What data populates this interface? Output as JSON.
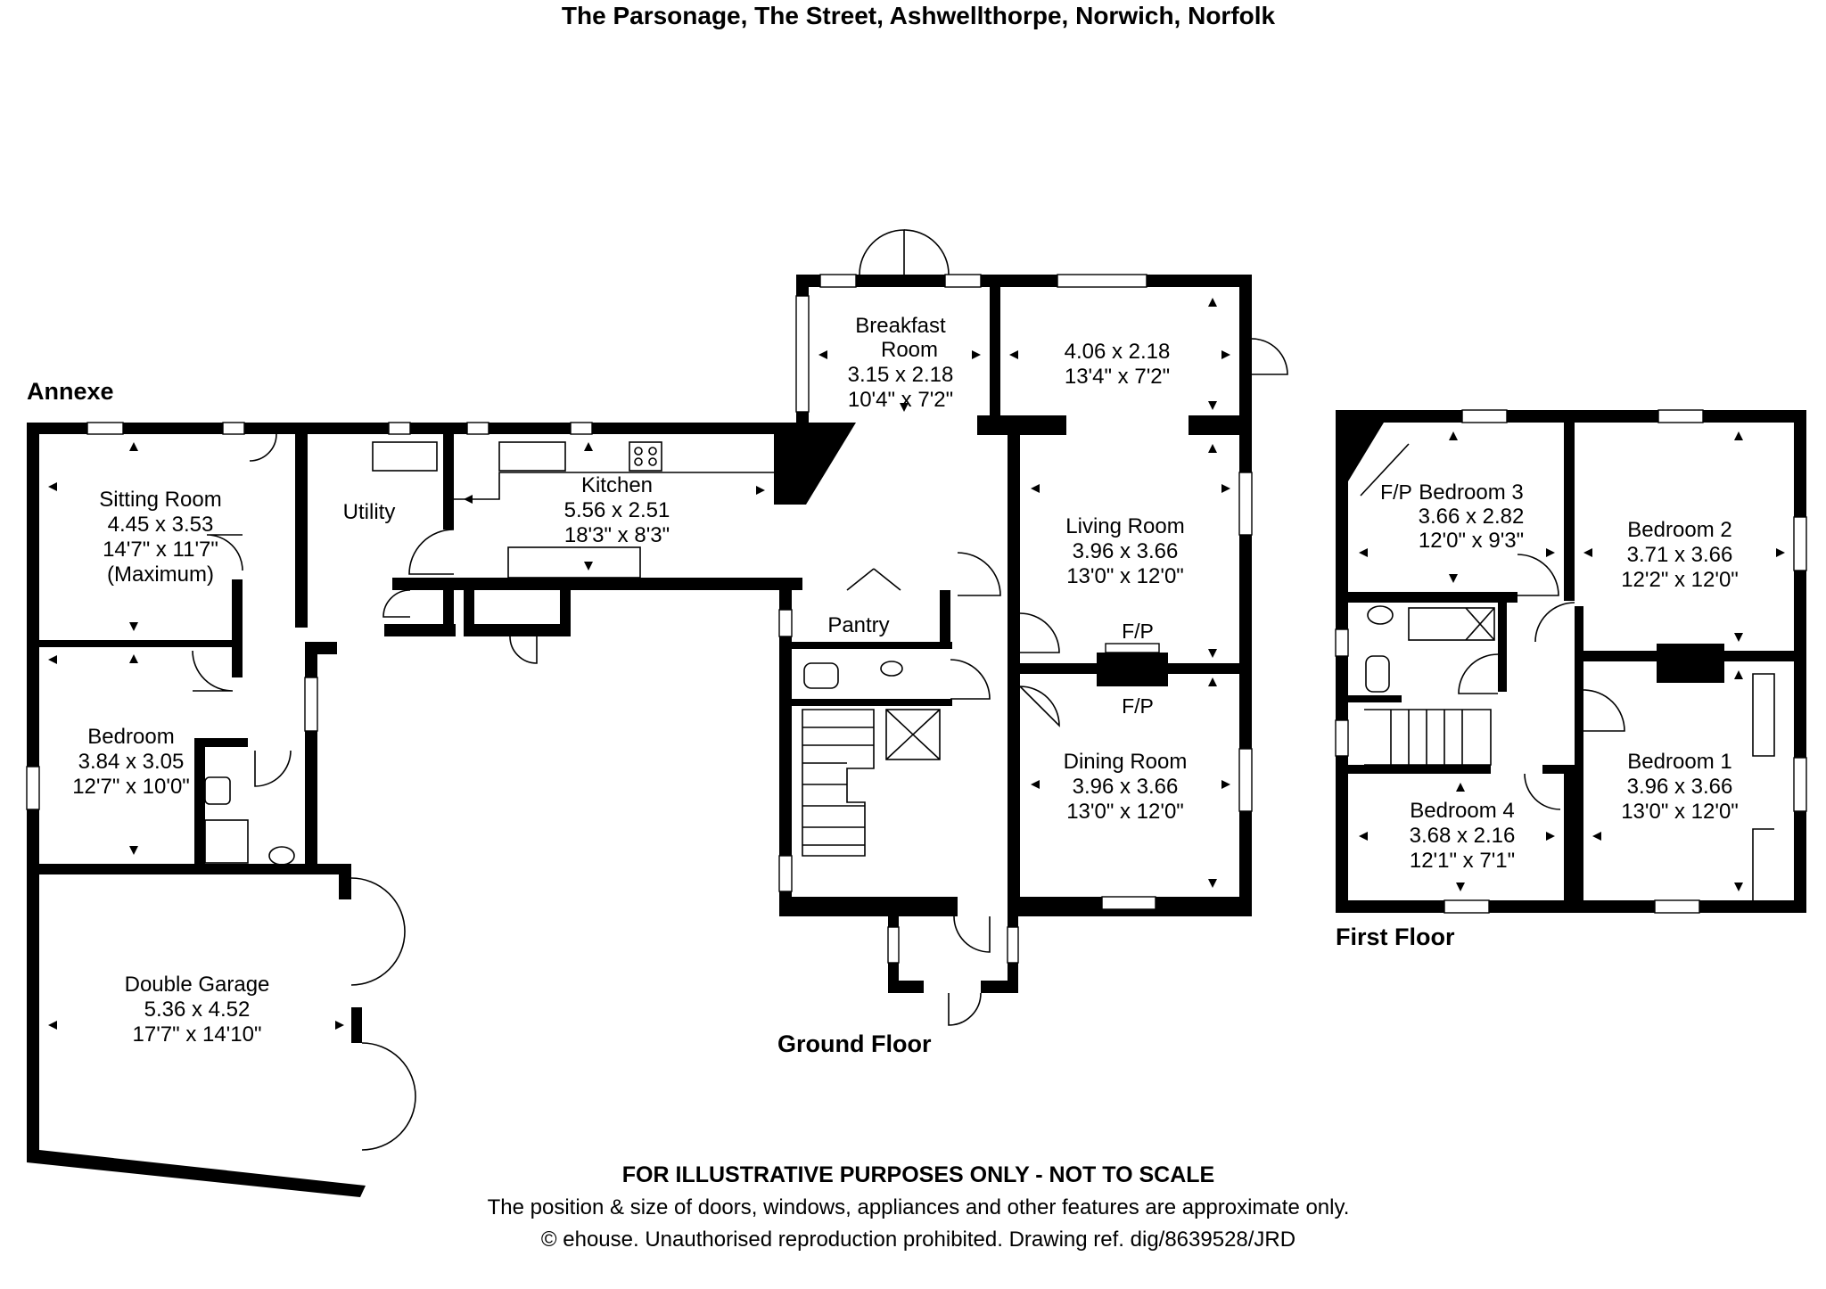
{
  "title": "The Parsonage, The Street, Ashwellthorpe, Norwich, Norfolk",
  "section_labels": {
    "annexe": "Annexe",
    "ground_floor": "Ground Floor",
    "first_floor": "First Floor"
  },
  "rooms": {
    "sitting_room": {
      "name": "Sitting Room",
      "metric": "4.45 x 3.53",
      "imperial": "14'7\" x 11'7\"",
      "note": "(Maximum)"
    },
    "utility": {
      "name": "Utility"
    },
    "kitchen": {
      "name": "Kitchen",
      "metric": "5.56 x 2.51",
      "imperial": "18'3\" x 8'3\""
    },
    "breakfast_room": {
      "name_line1": "Breakfast",
      "name_line2": "Room",
      "metric": "3.15 x 2.18",
      "imperial": "10'4\" x 7'2\""
    },
    "unnamed_room": {
      "metric": "4.06 x 2.18",
      "imperial": "13'4\" x 7'2\""
    },
    "living_room": {
      "name": "Living Room",
      "metric": "3.96 x 3.66",
      "imperial": "13'0\" x 12'0\""
    },
    "pantry": {
      "name": "Pantry"
    },
    "dining_room": {
      "name": "Dining Room",
      "metric": "3.96 x 3.66",
      "imperial": "13'0\" x 12'0\""
    },
    "annexe_bedroom": {
      "name": "Bedroom",
      "metric": "3.84 x 3.05",
      "imperial": "12'7\" x 10'0\""
    },
    "double_garage": {
      "name": "Double Garage",
      "metric": "5.36 x 4.52",
      "imperial": "17'7\" x 14'10\""
    },
    "bedroom_3": {
      "name": "Bedroom 3",
      "metric": "3.66 x 2.82",
      "imperial": "12'0\" x 9'3\""
    },
    "bedroom_2": {
      "name": "Bedroom 2",
      "metric": "3.71 x 3.66",
      "imperial": "12'2\" x 12'0\""
    },
    "bedroom_1": {
      "name": "Bedroom 1",
      "metric": "3.96 x 3.66",
      "imperial": "13'0\" x 12'0\""
    },
    "bedroom_4": {
      "name": "Bedroom 4",
      "metric": "3.68 x 2.16",
      "imperial": "12'1\" x 7'1\""
    }
  },
  "fireplace_label": "F/P",
  "disclaimer": {
    "line1": "FOR ILLUSTRATIVE PURPOSES ONLY - NOT TO SCALE",
    "line2": "The position & size of doors, windows, appliances and other features are approximate only.",
    "line3": "© ehouse. Unauthorised reproduction prohibited. Drawing ref. dig/8639528/JRD"
  }
}
